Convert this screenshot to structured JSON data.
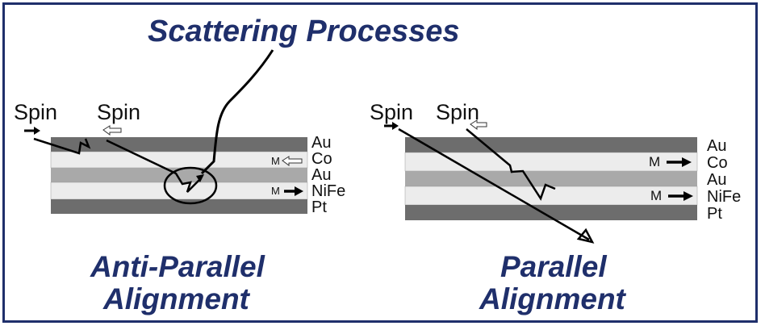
{
  "title": "Scattering Processes",
  "left": {
    "spin_labels": [
      "Spin",
      "Spin"
    ],
    "layers": [
      "Au",
      "Co",
      "Au",
      "NiFe",
      "Pt"
    ],
    "m_labels": [
      "M",
      "M"
    ],
    "caption_line1": "Anti-Parallel",
    "caption_line2": "Alignment"
  },
  "right": {
    "spin_labels": [
      "Spin",
      "Spin"
    ],
    "layers": [
      "Au",
      "Co",
      "Au",
      "NiFe",
      "Pt"
    ],
    "m_labels": [
      "M",
      "M"
    ],
    "caption_line1": "Parallel",
    "caption_line2": "Alignment"
  },
  "colors": {
    "title": "#1f2f6b",
    "dark_layer": "#6d6d6d",
    "mid_layer": "#a9a9a9",
    "light_layer": "#ececec"
  }
}
